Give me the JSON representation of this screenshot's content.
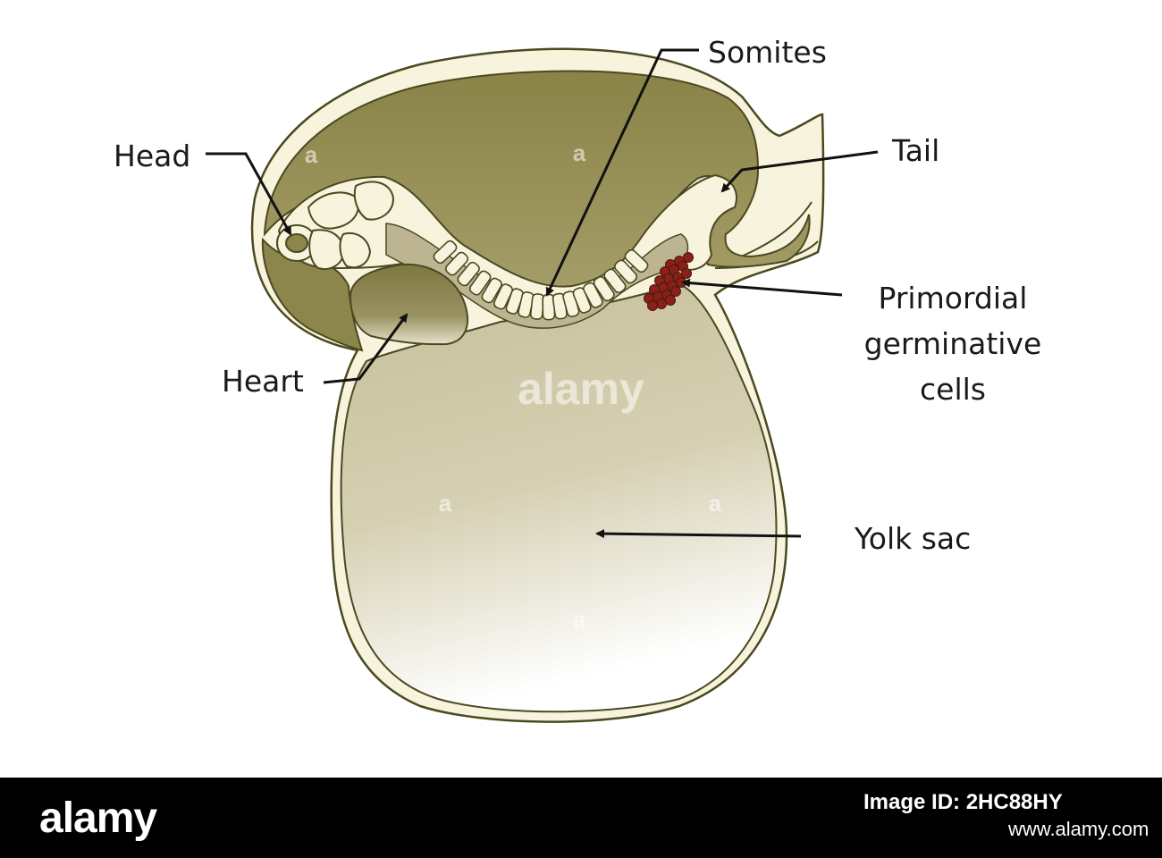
{
  "labels": {
    "head": "Head",
    "heart": "Heart",
    "somites": "Somites",
    "tail": "Tail",
    "primordial_line1": "Primordial",
    "primordial_line2": "germinative",
    "primordial_line3": "cells",
    "yolk_sac": "Yolk sac"
  },
  "watermark": {
    "center": "alamy",
    "small": "a"
  },
  "footer": {
    "logo": "alamy",
    "image_id": "Image ID: 2HC88HY",
    "url": "www.alamy.com"
  },
  "colors": {
    "amniotic_cavity": "#8a8347",
    "embryo_body": "#f8f3dd",
    "outline": "#4a4a20",
    "yolk_sac": "#cfc7a3",
    "germ_cells": "#8b2018",
    "footer_bg": "#000000"
  }
}
